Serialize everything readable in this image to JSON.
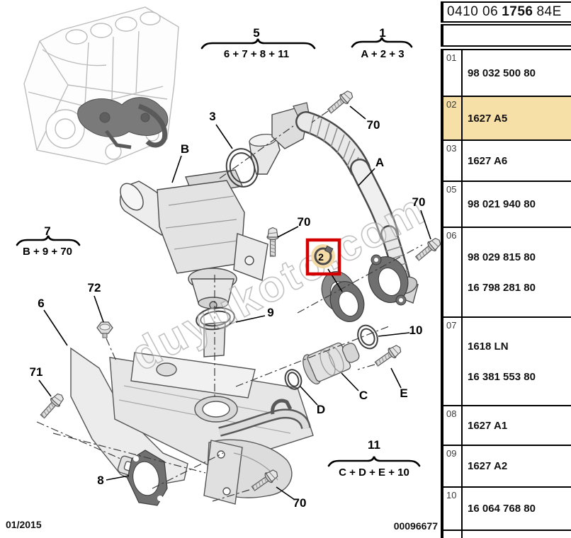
{
  "header": {
    "code_part1": "0410 06",
    "code_part2": "1756",
    "code_part3": "84E"
  },
  "parts_table": {
    "rows": [
      {
        "ref": "01",
        "parts": [
          "98 032 500 80"
        ],
        "highlighted": false
      },
      {
        "ref": "02",
        "parts": [
          "1627 A5"
        ],
        "highlighted": true
      },
      {
        "ref": "03",
        "parts": [
          "1627 A6"
        ],
        "highlighted": false
      },
      {
        "ref": "05",
        "parts": [
          "98 021 940 80"
        ],
        "highlighted": false
      },
      {
        "ref": "06",
        "parts": [
          "98 029 815 80",
          "16 798 281 80"
        ],
        "highlighted": false
      },
      {
        "ref": "07",
        "parts": [
          "1618 LN",
          "16 381 553 80"
        ],
        "highlighted": false
      },
      {
        "ref": "08",
        "parts": [
          "1627 A1"
        ],
        "highlighted": false
      },
      {
        "ref": "09",
        "parts": [
          "1627 A2"
        ],
        "highlighted": false
      },
      {
        "ref": "10",
        "parts": [
          "16 064 768 80"
        ],
        "highlighted": false
      }
    ]
  },
  "diagram": {
    "groups": [
      {
        "num": "5",
        "formula": "6 + 7 + 8 + 11"
      },
      {
        "num": "1",
        "formula": "A + 2 + 3"
      },
      {
        "num": "7",
        "formula": "B + 9 + 70"
      },
      {
        "num": "11",
        "formula": "C + D + E + 10"
      }
    ],
    "callouts": [
      {
        "label": "3"
      },
      {
        "label": "70"
      },
      {
        "label": "B"
      },
      {
        "label": "A"
      },
      {
        "label": "70"
      },
      {
        "label": "70"
      },
      {
        "label": "2"
      },
      {
        "label": "9"
      },
      {
        "label": "10"
      },
      {
        "label": "72"
      },
      {
        "label": "6"
      },
      {
        "label": "71"
      },
      {
        "label": "C"
      },
      {
        "label": "D"
      },
      {
        "label": "E"
      },
      {
        "label": "8"
      },
      {
        "label": "70"
      }
    ],
    "highlighted_callout": "2"
  },
  "watermark": "duyukoto.com",
  "footer": {
    "date": "01/2015",
    "doc_number": "00096677"
  },
  "colors": {
    "highlight_row": "#f7dfa8",
    "selection_box": "#d40000",
    "selection_fill": "#f3d9a2"
  }
}
